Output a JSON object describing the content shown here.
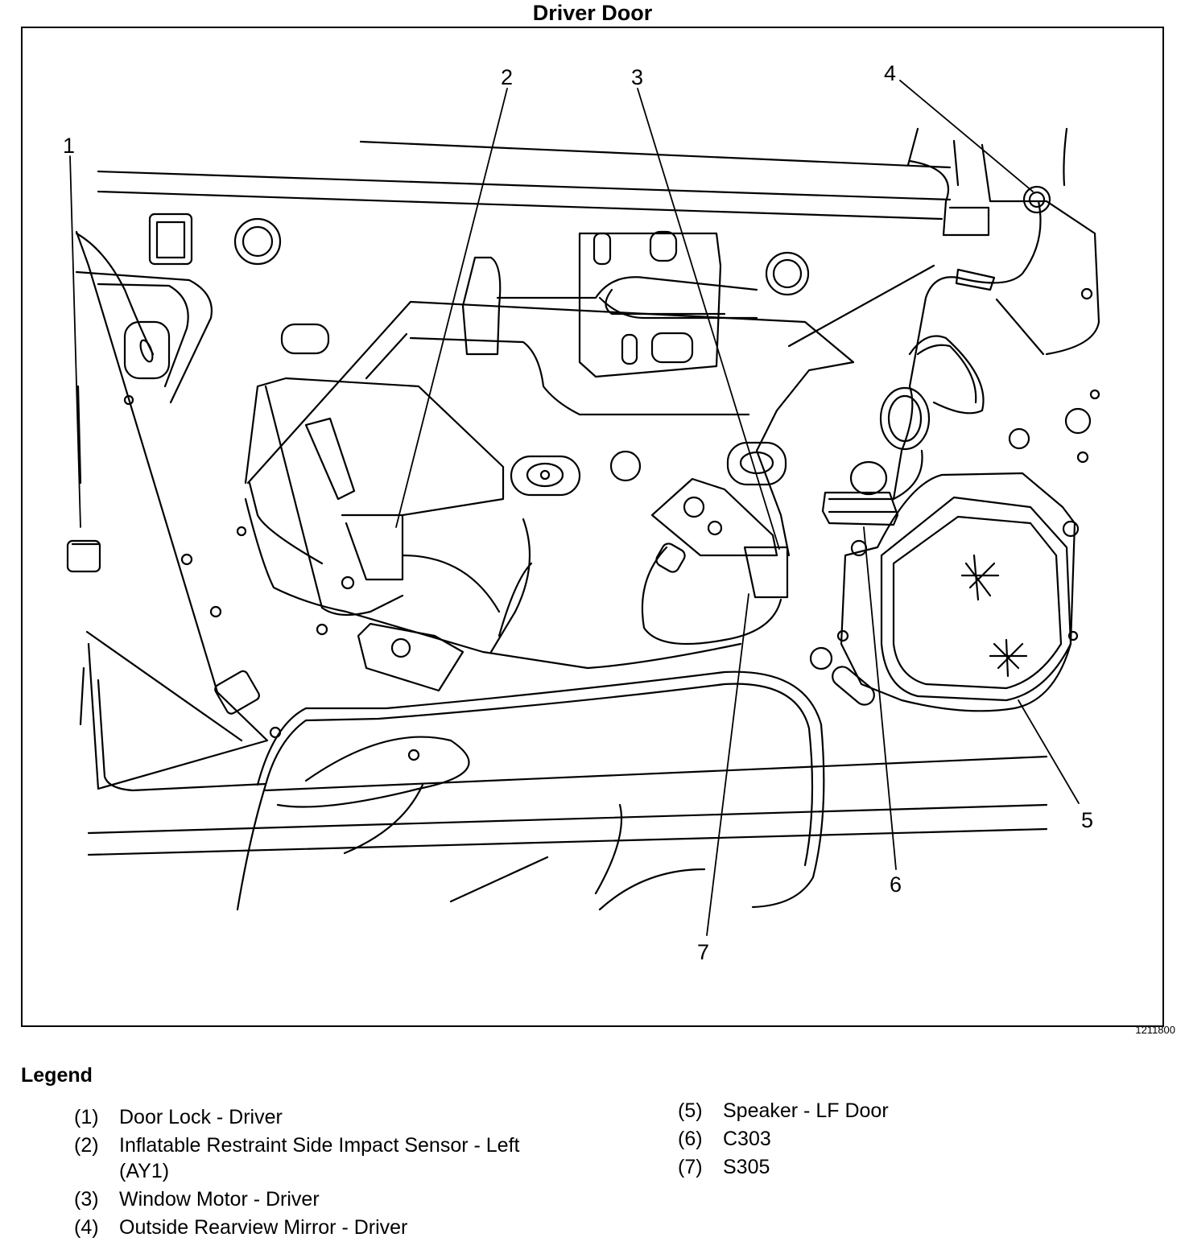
{
  "title": "Driver Door",
  "figure_id": "1211800",
  "callouts": [
    "1",
    "2",
    "3",
    "4",
    "5",
    "6",
    "7"
  ],
  "legend": {
    "heading": "Legend",
    "left": [
      {
        "num": "(1)",
        "text": "Door Lock - Driver"
      },
      {
        "num": "(2)",
        "text": "Inflatable Restraint Side Impact Sensor - Left (AY1)"
      },
      {
        "num": "(3)",
        "text": "Window Motor - Driver"
      },
      {
        "num": "(4)",
        "text": "Outside Rearview Mirror - Driver"
      }
    ],
    "right": [
      {
        "num": "(5)",
        "text": "Speaker - LF Door"
      },
      {
        "num": "(6)",
        "text": "C303"
      },
      {
        "num": "(7)",
        "text": "S305"
      }
    ]
  }
}
